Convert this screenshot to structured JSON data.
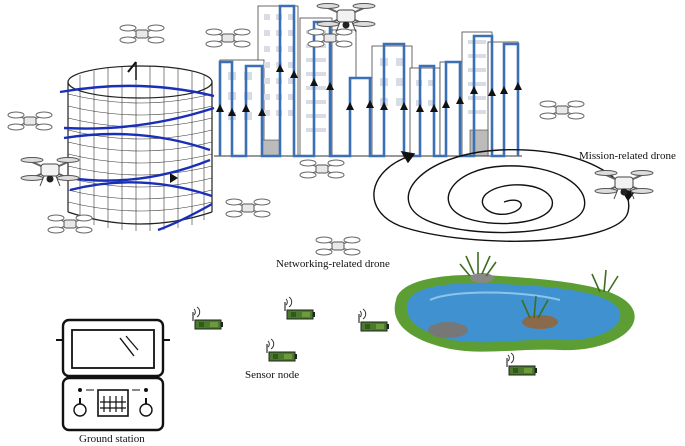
{
  "labels": {
    "mission_drone": "Mission-related drone",
    "networking_drone": "Networking-related drone",
    "sensor_node": "Sensor node",
    "ground_station": "Ground station"
  },
  "colors": {
    "building_outline": "#3b6fb6",
    "helix_path": "#1a2fb8",
    "drone_outline": "#555555",
    "sensor_body": "#4a7a2c",
    "water": "#3f92cf",
    "grass": "#6fa53a"
  },
  "icons": [
    "drone-icon",
    "sensor-node-icon",
    "ground-station-icon",
    "building-icon",
    "pond-icon",
    "cylinder-tower-icon",
    "spiral-path-icon"
  ]
}
